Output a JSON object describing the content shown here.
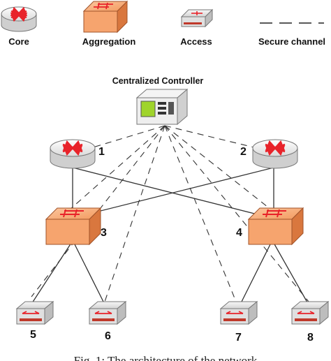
{
  "legend": {
    "core_label": "Core",
    "aggregation_label": "Aggregation",
    "access_label": "Access",
    "secure_channel_label": "Secure channel"
  },
  "controller_label": "Centralized Controller",
  "nodes": {
    "core": [
      "1",
      "2"
    ],
    "aggregation": [
      "3",
      "4"
    ],
    "access": [
      "5",
      "6",
      "7",
      "8"
    ]
  },
  "caption": "Fig. 1: The architecture of the network",
  "colors": {
    "core_body": "#f2f2f2",
    "aggregation_body": "#f6a46e",
    "access_body": "#e6e6e6",
    "arrow_red": "#e8232a",
    "link": "#333333"
  }
}
